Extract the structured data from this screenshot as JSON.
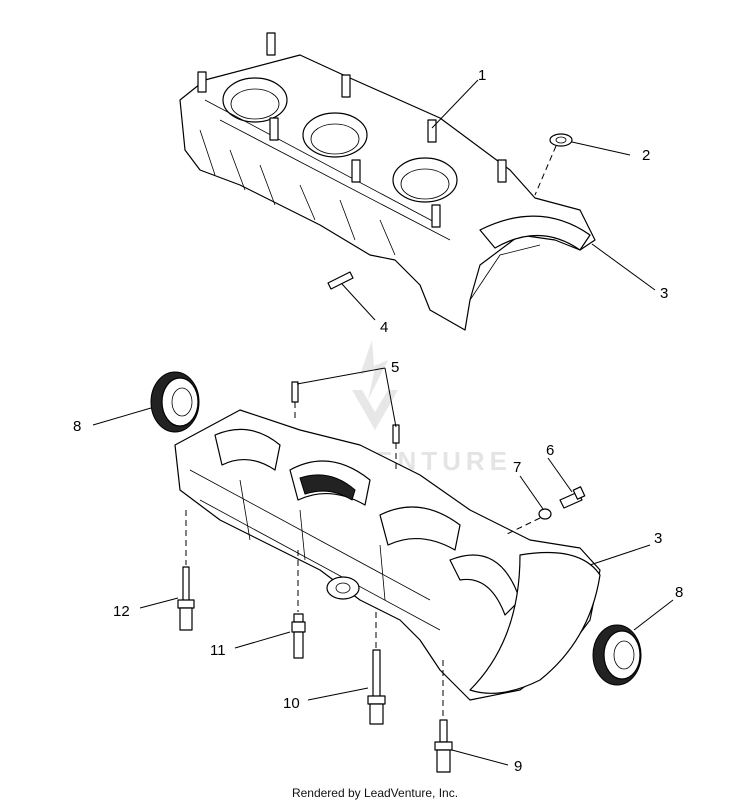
{
  "watermark": "LEADVENTURE",
  "footer": "Rendered by LeadVenture, Inc.",
  "callouts": {
    "c1": "1",
    "c2": "2",
    "c3a": "3",
    "c4": "4",
    "c5": "5",
    "c6": "6",
    "c7": "7",
    "c3b": "3",
    "c8a": "8",
    "c8b": "8",
    "c9": "9",
    "c10": "10",
    "c11": "11",
    "c12": "12"
  }
}
